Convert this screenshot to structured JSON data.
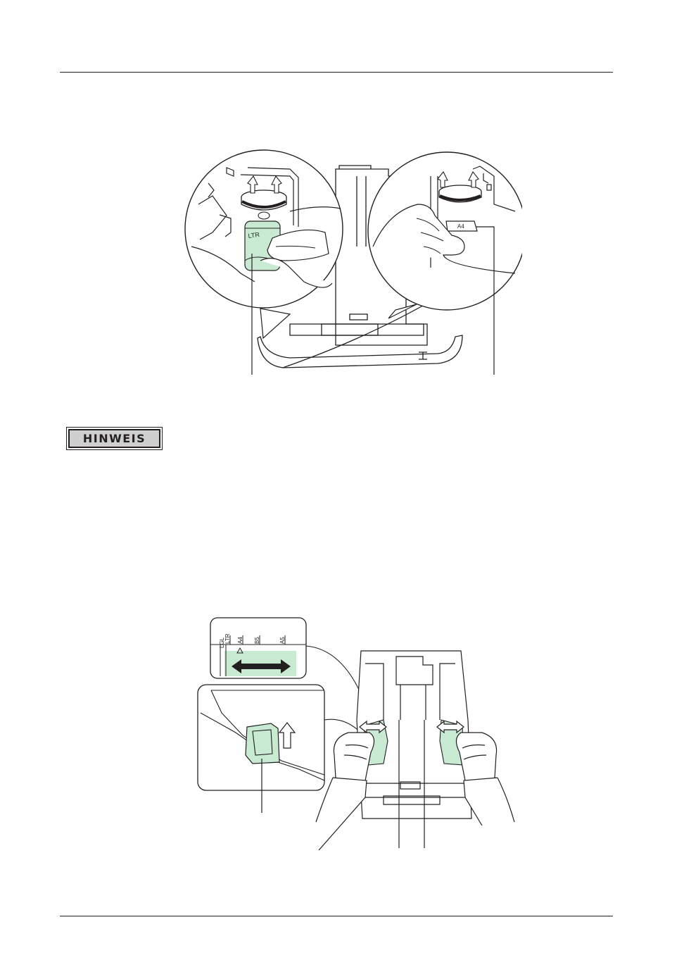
{
  "note_badge": {
    "label": "HINWEIS"
  },
  "figure1": {
    "dial_left_label": "LTR",
    "dial_right_label": "A4"
  },
  "figure2": {
    "scale_labels": [
      "LGL",
      "LTR",
      "A4",
      "B5",
      "A5"
    ]
  },
  "colors": {
    "line": "#231f20",
    "highlight_green": "#c8ead2",
    "badge_fill": "#cfcfcf"
  }
}
